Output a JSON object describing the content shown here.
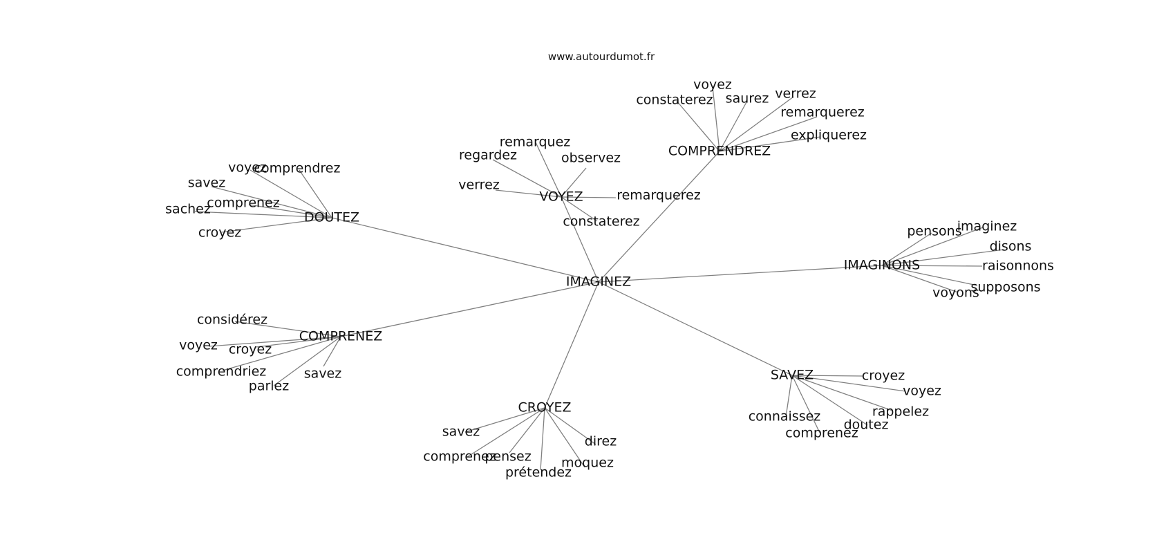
{
  "site": "www.autourdumot.fr",
  "edge_color": "#808080",
  "center": "IMAGINEZ",
  "hubs": [
    {
      "word": "VOYEZ",
      "leaves": [
        "remarquez",
        "regardez",
        "observez",
        "verrez",
        "remarquerez",
        "constaterez"
      ]
    },
    {
      "word": "COMPRENDREZ",
      "leaves": [
        "voyez",
        "constaterez",
        "saurez",
        "verrez",
        "remarquerez",
        "expliquerez"
      ]
    },
    {
      "word": "DOUTEZ",
      "leaves": [
        "voyez",
        "comprendrez",
        "savez",
        "comprenez",
        "sachez",
        "croyez"
      ]
    },
    {
      "word": "IMAGINONS",
      "leaves": [
        "pensons",
        "imaginez",
        "disons",
        "raisonnons",
        "supposons",
        "voyons"
      ]
    },
    {
      "word": "COMPRENEZ",
      "leaves": [
        "considérez",
        "voyez",
        "croyez",
        "comprendriez",
        "parlez",
        "savez"
      ]
    },
    {
      "word": "CROYEZ",
      "leaves": [
        "savez",
        "comprenez",
        "pensez",
        "prétendez",
        "moquez",
        "direz"
      ]
    },
    {
      "word": "SAVEZ",
      "leaves": [
        "croyez",
        "voyez",
        "rappelez",
        "doutez",
        "comprenez",
        "connaissez"
      ]
    }
  ]
}
